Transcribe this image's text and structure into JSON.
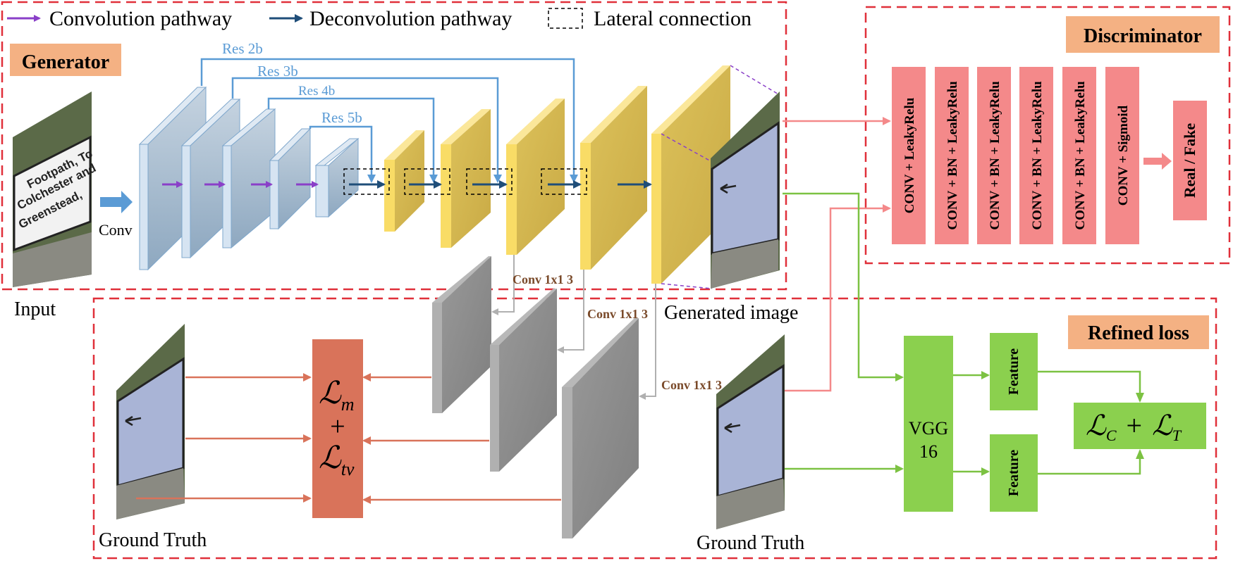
{
  "legend": {
    "conv_pathway": "Convolution pathway",
    "deconv_pathway": "Deconvolution pathway",
    "lateral": "Lateral connection"
  },
  "generator": {
    "title": "Generator",
    "conv_label": "Conv",
    "res": [
      "Res 2b",
      "Res 3b",
      "Res 4b",
      "Res 5b"
    ],
    "conv1x1": [
      "Conv 1x1 3",
      "Conv 1x1 3",
      "Conv 1x1 3"
    ]
  },
  "images": {
    "input": "Input",
    "generated": "Generated image",
    "ground_truth": "Ground Truth",
    "sign_line1": "Footpath, To",
    "sign_line2": "Colchester and",
    "sign_line3": "Greenstead,"
  },
  "discriminator": {
    "title": "Discriminator",
    "layers": [
      "CONV + LeakyRelu",
      "CONV + BN + LeakyRelu",
      "CONV + BN + LeakyRelu",
      "CONV + BN + LeakyRelu",
      "CONV + BN + LeakyRelu",
      "CONV + Sigmoid"
    ],
    "output": "Real / Fake"
  },
  "loss": {
    "lm": "ℒ",
    "lm_sub": "m",
    "plus": "+",
    "ltv": "ℒ",
    "ltv_sub": "tv"
  },
  "refined": {
    "title": "Refined loss",
    "vgg_line1": "VGG",
    "vgg_line2": "16",
    "feature": "Feature",
    "lc": "ℒ",
    "lc_sub": "C",
    "plus": "+",
    "lt": "ℒ",
    "lt_sub": "T"
  },
  "colors": {
    "dashed_border": "#e0303a",
    "conv_arrow": "#8a3fc8",
    "deconv_arrow": "#1f4e79",
    "res_line": "#5a9bd5",
    "gen_label_bg": "#f4b183",
    "disc_block": "#f4898a",
    "loss_block": "#d9735a",
    "green": "#8bd04e",
    "yellow": "#f5d96b",
    "gray": "#8c8c8c"
  }
}
